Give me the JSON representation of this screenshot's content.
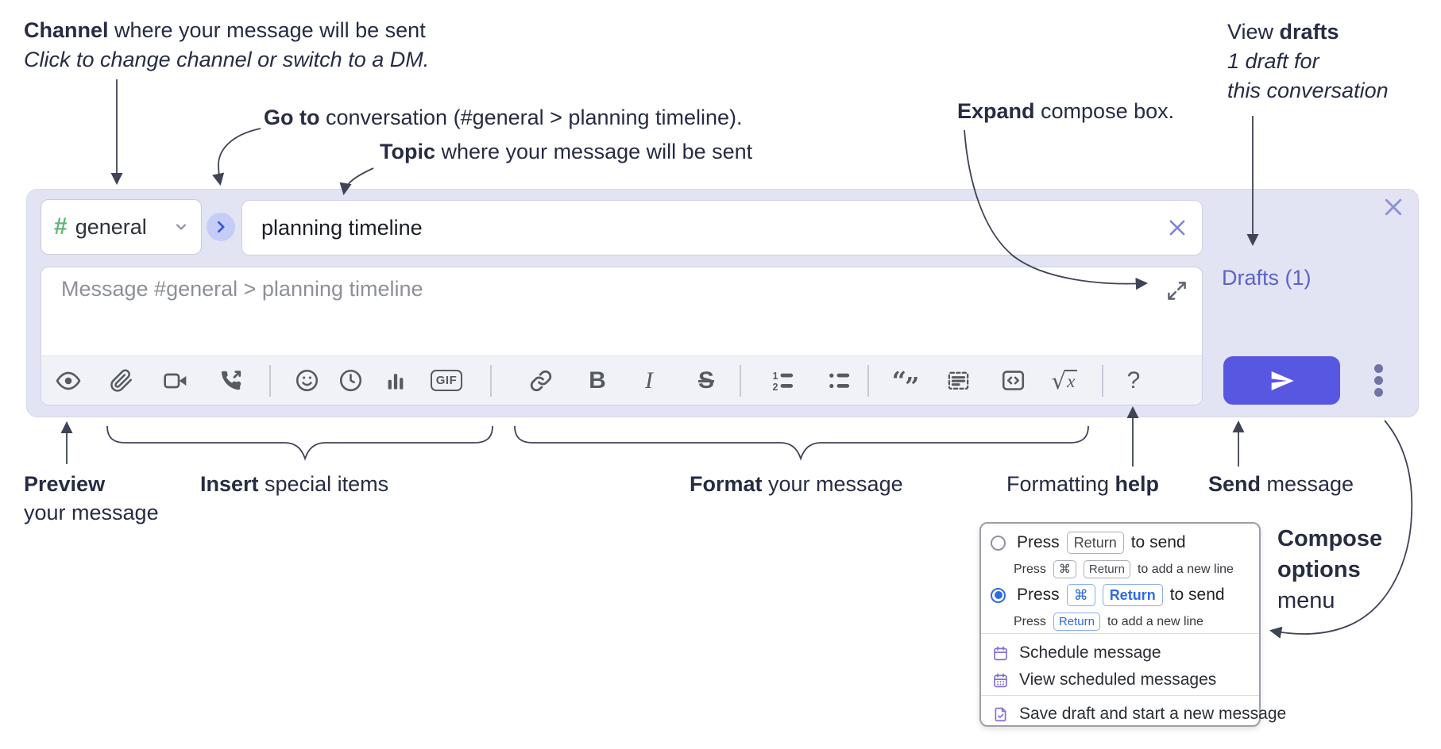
{
  "colors": {
    "annotation_text": "#262c43",
    "arrow": "#3e4355",
    "compose_bg": "#e2e4f4",
    "send_button": "#5857e1",
    "channel_hash_green": "#5fb573",
    "circle_chevron_blue": "#3f55d9",
    "drafts_link": "#5b63c8",
    "radio_selected_blue": "#2e6be0",
    "menu_icon_purple": "#7e71d6",
    "toolbar_icon_gray": "#565b63"
  },
  "annotations": {
    "channel": {
      "bold": "Channel",
      "rest": " where your message will be sent",
      "line2": "Click to change channel or switch to a DM."
    },
    "goto": {
      "bold": "Go to",
      "rest": " conversation (#general > planning timeline)."
    },
    "topic": {
      "bold": "Topic",
      "rest": " where your message will be sent"
    },
    "expand": {
      "bold": "Expand",
      "rest": " compose box."
    },
    "view_drafts": {
      "pre": "View ",
      "bold": "drafts",
      "line2": "1 draft for",
      "line3": "this conversation"
    },
    "preview": {
      "bold": "Preview",
      "line2": "your message"
    },
    "insert": {
      "bold": "Insert",
      "rest": " special items"
    },
    "format": {
      "bold": "Format",
      "rest": " your message"
    },
    "formatting_help": {
      "pre": "Formatting ",
      "bold": "help"
    },
    "send": {
      "bold": "Send",
      "rest": " message"
    },
    "compose_options": {
      "line1": "Compose",
      "line2": "options",
      "line3": "menu"
    }
  },
  "compose": {
    "channel_hash": "#",
    "channel_name": "general",
    "topic_value": "planning timeline",
    "message_placeholder": "Message #general > planning timeline",
    "drafts_label": "Drafts (1)",
    "toolbar": {
      "gif": "GIF",
      "bold": "B",
      "italic": "I",
      "strike": "S",
      "quote_open": "“",
      "quote_close": "”",
      "math_sqrt": "√",
      "math_x": "x",
      "help": "?"
    }
  },
  "menu": {
    "option1": {
      "main_pre": "Press",
      "main_key": "Return",
      "main_post": "to send",
      "sub_pre": "Press",
      "sub_key1": "⌘",
      "sub_key2": "Return",
      "sub_post": "to add a new line"
    },
    "option2": {
      "main_pre": "Press",
      "main_key1": "⌘",
      "main_key2": "Return",
      "main_post": "to send",
      "sub_pre": "Press",
      "sub_key": "Return",
      "sub_post": "to add a new line"
    },
    "items": [
      {
        "label": "Schedule message"
      },
      {
        "label": "View scheduled messages"
      },
      {
        "label": "Save draft and start a new message"
      }
    ]
  }
}
